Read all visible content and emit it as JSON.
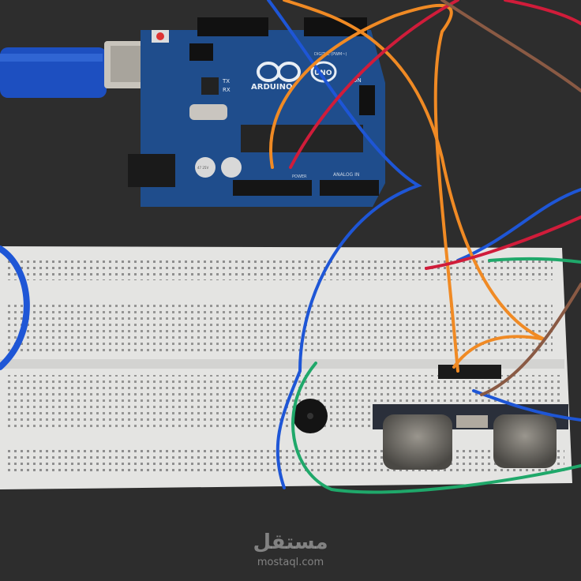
{
  "board": {
    "brand": "ARDUINO",
    "model": "UNO",
    "tx_label": "TX",
    "rx_label": "RX",
    "on_label": "ON",
    "digital_label": "DIGITAL (PWM~)",
    "power_label": "POWER",
    "analog_label": "ANALOG IN",
    "capacitor_label": "47 25V",
    "color": "#1f4d8c"
  },
  "wire_colors": {
    "blue": "#1e56d6",
    "orange": "#f08a24",
    "red": "#d01c3a",
    "green": "#1fa86a",
    "brown": "#8a5a44"
  },
  "watermark": {
    "arabic": "مستقل",
    "latin": "mostaql.com"
  }
}
